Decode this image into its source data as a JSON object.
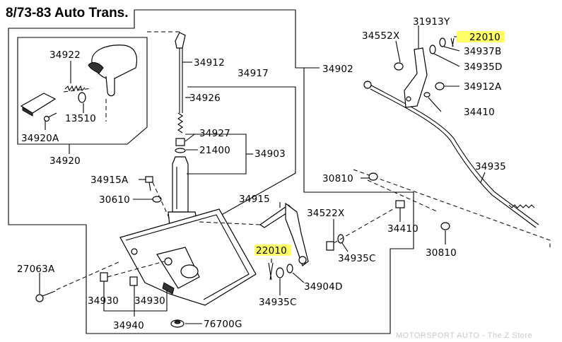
{
  "title": "8/73-83 Auto Trans.",
  "watermark": "MOTORSPORT AUTO - The Z Store",
  "highlight_color": "#ffff66",
  "labels": {
    "p34922": "34922",
    "p34920A": "34920A",
    "p13510": "13510",
    "p34920": "34920",
    "p34912": "34912",
    "p34917": "34917",
    "p34926": "34926",
    "p34927": "34927",
    "p21400": "21400",
    "p34903": "34903",
    "p34902": "34902",
    "p34915A": "34915A",
    "p30610": "30610",
    "p34915": "34915",
    "p27063A": "27063A",
    "p34930a": "34930",
    "p34930b": "34930",
    "p34940": "34940",
    "p76700G": "76700G",
    "p22010a": "22010",
    "p34935C_b": "34935C",
    "p34904D": "34904D",
    "p34522X": "34522X",
    "p34935C_a": "34935C",
    "p30810a": "30810",
    "p34410b": "34410",
    "p30810b": "30810",
    "p34935": "34935",
    "p34410a": "34410",
    "p34912A": "34912A",
    "p34935D": "34935D",
    "p34937B": "34937B",
    "p22010b": "22010",
    "p31913Y": "31913Y",
    "p34552X": "34552X"
  }
}
